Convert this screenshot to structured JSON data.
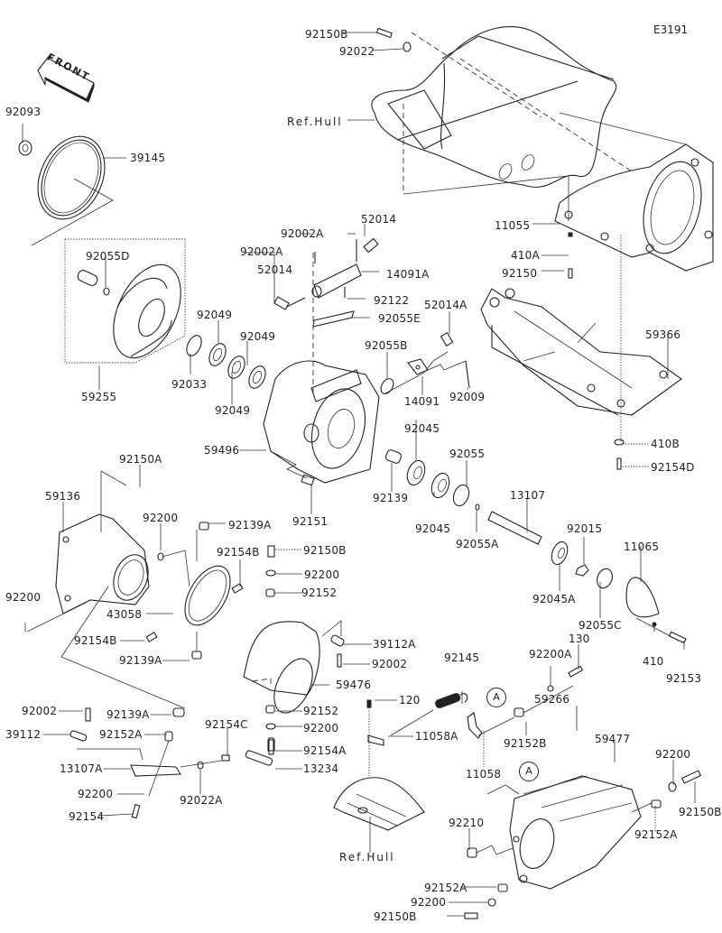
{
  "diagram": {
    "code": "E3191",
    "front_arrow": "FRONT",
    "ref_hull_label": "Ref.Hull",
    "callout_marker": "A",
    "labels": [
      {
        "id": "l-92150B-top",
        "text": "92150B"
      },
      {
        "id": "l-92022",
        "text": "92022"
      },
      {
        "id": "l-refhull-top",
        "text": "Ref.Hull"
      },
      {
        "id": "l-92093",
        "text": "92093"
      },
      {
        "id": "l-39145",
        "text": "39145"
      },
      {
        "id": "l-92002A-1",
        "text": "92002A"
      },
      {
        "id": "l-52014-1",
        "text": "52014"
      },
      {
        "id": "l-92002A-2",
        "text": "92002A"
      },
      {
        "id": "l-14091A",
        "text": "14091A"
      },
      {
        "id": "l-52014-2",
        "text": "52014"
      },
      {
        "id": "l-92055D",
        "text": "92055D"
      },
      {
        "id": "l-92122",
        "text": "92122"
      },
      {
        "id": "l-92055E",
        "text": "92055E"
      },
      {
        "id": "l-52014A",
        "text": "52014A"
      },
      {
        "id": "l-11055",
        "text": "11055"
      },
      {
        "id": "l-410A",
        "text": "410A"
      },
      {
        "id": "l-92150",
        "text": "92150"
      },
      {
        "id": "l-59366",
        "text": "59366"
      },
      {
        "id": "l-92049-1",
        "text": "92049"
      },
      {
        "id": "l-92049-2",
        "text": "92049"
      },
      {
        "id": "l-92049-3",
        "text": "92049"
      },
      {
        "id": "l-92033",
        "text": "92033"
      },
      {
        "id": "l-59255",
        "text": "59255"
      },
      {
        "id": "l-92055B",
        "text": "92055B"
      },
      {
        "id": "l-14091",
        "text": "14091"
      },
      {
        "id": "l-92009",
        "text": "92009"
      },
      {
        "id": "l-92045-1",
        "text": "92045"
      },
      {
        "id": "l-92055",
        "text": "92055"
      },
      {
        "id": "l-410B",
        "text": "410B"
      },
      {
        "id": "l-92154D",
        "text": "92154D"
      },
      {
        "id": "l-59496",
        "text": "59496"
      },
      {
        "id": "l-92150A",
        "text": "92150A"
      },
      {
        "id": "l-92139",
        "text": "92139"
      },
      {
        "id": "l-92151",
        "text": "92151"
      },
      {
        "id": "l-92045-2",
        "text": "92045"
      },
      {
        "id": "l-13107",
        "text": "13107"
      },
      {
        "id": "l-92055A",
        "text": "92055A"
      },
      {
        "id": "l-92015",
        "text": "92015"
      },
      {
        "id": "l-11065",
        "text": "11065"
      },
      {
        "id": "l-59136",
        "text": "59136"
      },
      {
        "id": "l-92200-1",
        "text": "92200"
      },
      {
        "id": "l-92139A-1",
        "text": "92139A"
      },
      {
        "id": "l-92154B-1",
        "text": "92154B"
      },
      {
        "id": "l-92150B-2",
        "text": "92150B"
      },
      {
        "id": "l-92200-2",
        "text": "92200"
      },
      {
        "id": "l-92152-1",
        "text": "92152"
      },
      {
        "id": "l-92045A",
        "text": "92045A"
      },
      {
        "id": "l-92055C",
        "text": "92055C"
      },
      {
        "id": "l-92200-3",
        "text": "92200"
      },
      {
        "id": "l-43058",
        "text": "43058"
      },
      {
        "id": "l-92154B-2",
        "text": "92154B"
      },
      {
        "id": "l-39112A",
        "text": "39112A"
      },
      {
        "id": "l-410",
        "text": "410"
      },
      {
        "id": "l-92153",
        "text": "92153"
      },
      {
        "id": "l-92139A-2",
        "text": "92139A"
      },
      {
        "id": "l-92002-1",
        "text": "92002"
      },
      {
        "id": "l-130",
        "text": "130"
      },
      {
        "id": "l-92200A",
        "text": "92200A"
      },
      {
        "id": "l-59476",
        "text": "59476"
      },
      {
        "id": "l-92145",
        "text": "92145"
      },
      {
        "id": "l-120",
        "text": "120"
      },
      {
        "id": "l-92002-2",
        "text": "92002"
      },
      {
        "id": "l-92139A-3",
        "text": "92139A"
      },
      {
        "id": "l-92152-2",
        "text": "92152"
      },
      {
        "id": "l-59266",
        "text": "59266"
      },
      {
        "id": "l-39112",
        "text": "39112"
      },
      {
        "id": "l-92152A-1",
        "text": "92152A"
      },
      {
        "id": "l-92154C",
        "text": "92154C"
      },
      {
        "id": "l-92200-4",
        "text": "92200"
      },
      {
        "id": "l-11058A",
        "text": "11058A"
      },
      {
        "id": "l-92152B",
        "text": "92152B"
      },
      {
        "id": "l-59477",
        "text": "59477"
      },
      {
        "id": "l-92154A",
        "text": "92154A"
      },
      {
        "id": "l-13107A",
        "text": "13107A"
      },
      {
        "id": "l-13234",
        "text": "13234"
      },
      {
        "id": "l-11058",
        "text": "11058"
      },
      {
        "id": "l-92200-5",
        "text": "92200"
      },
      {
        "id": "l-92200-6",
        "text": "92200"
      },
      {
        "id": "l-92150B-3",
        "text": "92150B"
      },
      {
        "id": "l-92022A",
        "text": "92022A"
      },
      {
        "id": "l-92154",
        "text": "92154"
      },
      {
        "id": "l-92210",
        "text": "92210"
      },
      {
        "id": "l-92152A-2",
        "text": "92152A"
      },
      {
        "id": "l-refhull-bottom",
        "text": "Ref.Hull"
      },
      {
        "id": "l-92152A-3",
        "text": "92152A"
      },
      {
        "id": "l-92200-7",
        "text": "92200"
      },
      {
        "id": "l-92150B-4",
        "text": "92150B"
      }
    ]
  }
}
